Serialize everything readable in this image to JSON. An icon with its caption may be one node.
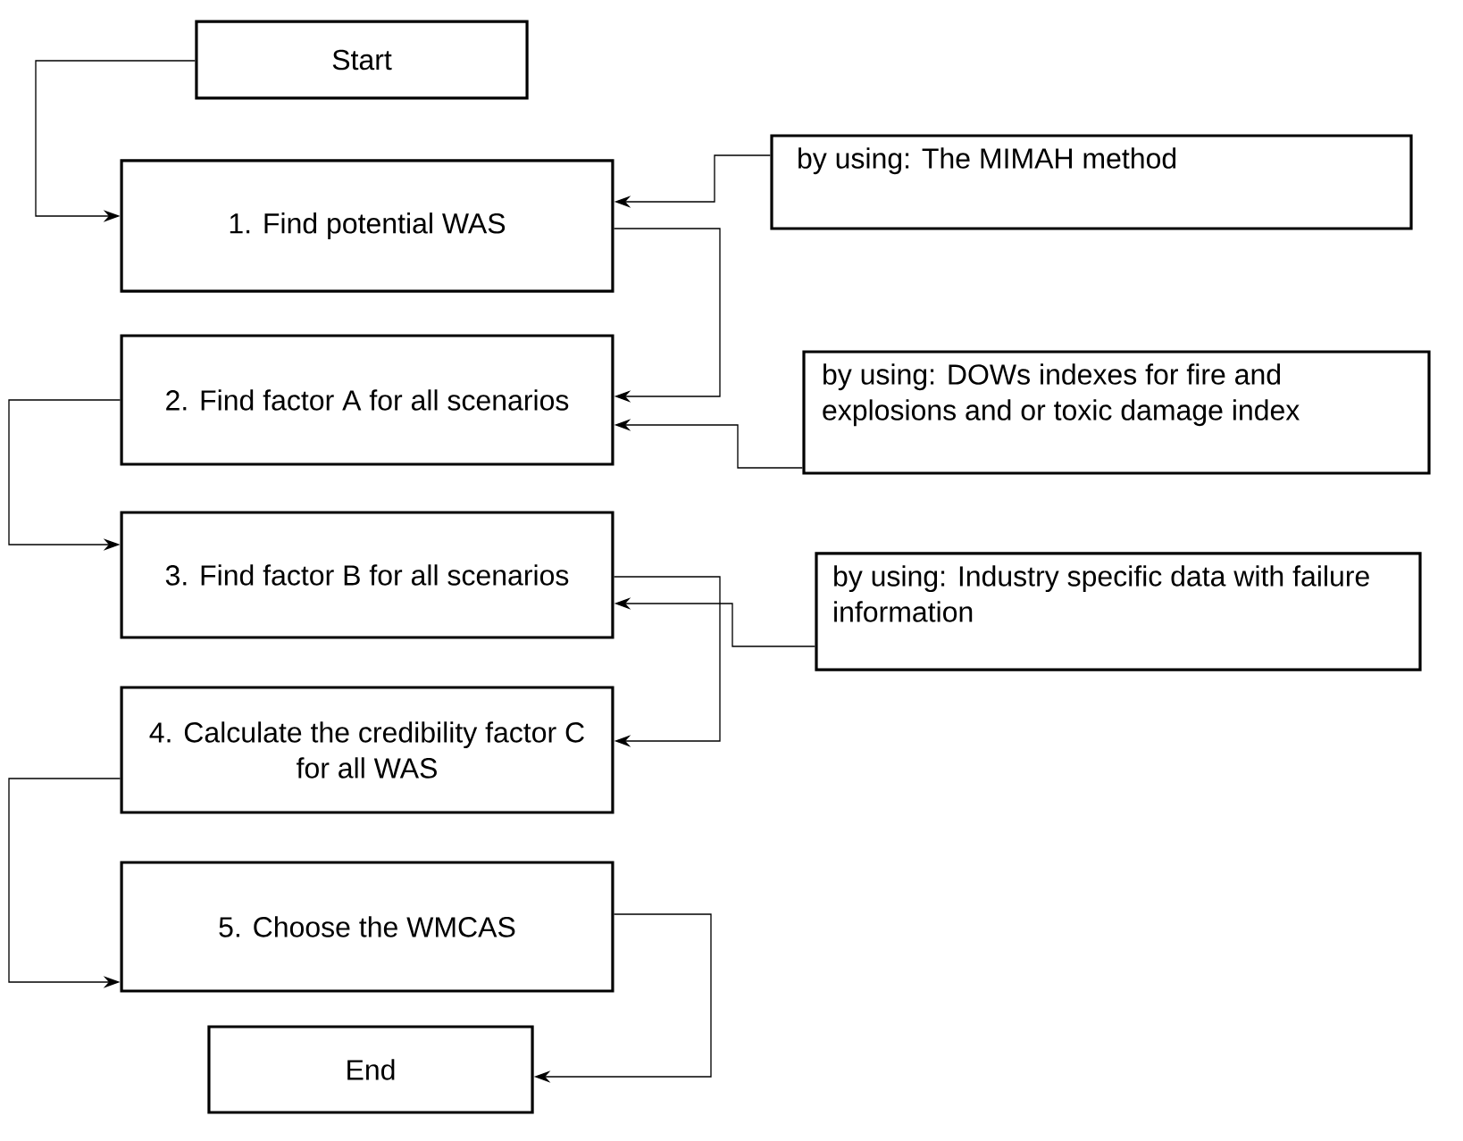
{
  "diagram": {
    "nodes": [
      {
        "text": [
          "Start"
        ]
      },
      {
        "text": [
          "1. Find potential WAS"
        ]
      },
      {
        "text": [
          "by using: The MIMAH method"
        ]
      },
      {
        "text": [
          "2. Find factor A for all scenarios"
        ]
      },
      {
        "text": [
          "by using: DOWs indexes for fire and explosions and or toxic damage index"
        ]
      },
      {
        "text": [
          "3. Find factor B for all scenarios"
        ]
      },
      {
        "text": [
          "by using: Industry specific data with failure information"
        ]
      },
      {
        "text": [
          "4. Calculate the credibility factor C for all WAS"
        ]
      },
      {
        "text": [
          "5. Choose the WMCAS"
        ]
      },
      {
        "text": [
          "End"
        ]
      }
    ],
    "edges": [
      {
        "from": 0,
        "to": 1,
        "arrow": "to"
      },
      {
        "from": 2,
        "to": 1,
        "arrow": "to"
      },
      {
        "from": 1,
        "to": 3,
        "arrow": "to"
      },
      {
        "from": 4,
        "to": 3,
        "arrow": "to"
      },
      {
        "from": 3,
        "to": 5,
        "arrow": "to"
      },
      {
        "from": 5,
        "to": 7,
        "arrow": "to"
      },
      {
        "from": 6,
        "to": 5,
        "arrow": "to"
      },
      {
        "from": 7,
        "to": 8,
        "arrow": "to"
      },
      {
        "from": 8,
        "to": 9,
        "arrow": "to"
      }
    ]
  }
}
